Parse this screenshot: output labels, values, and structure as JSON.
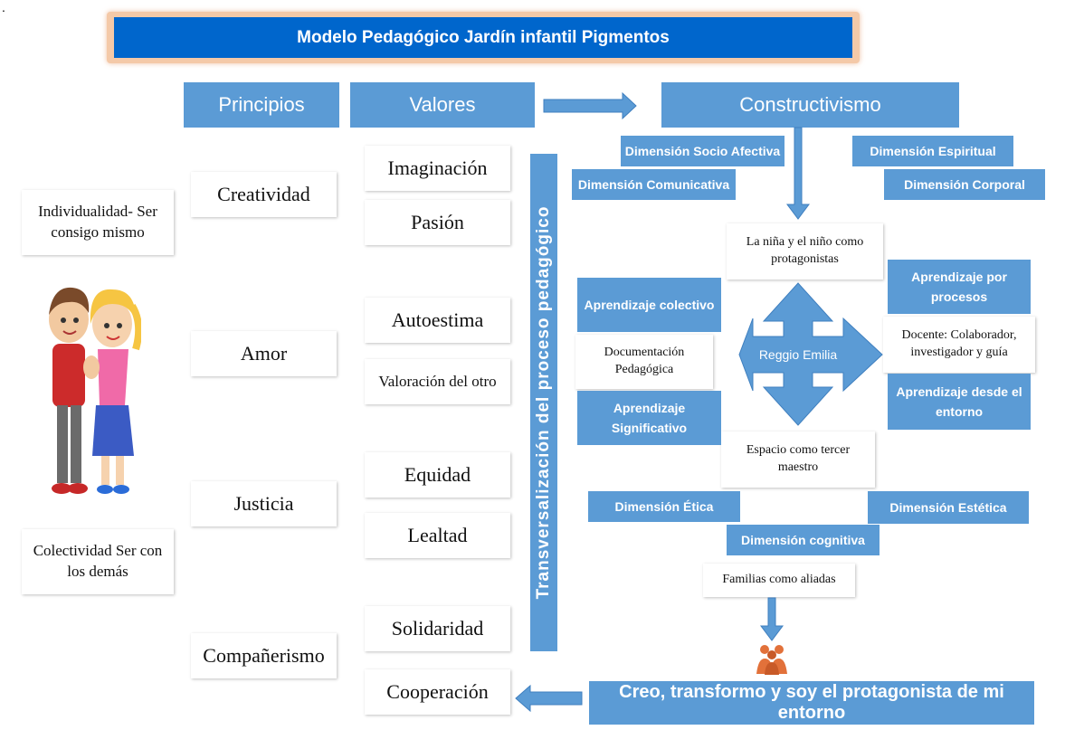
{
  "title": "Modelo Pedagógico Jardín infantil Pigmentos",
  "stray_mark": ".",
  "headers": {
    "principios": "Principios",
    "valores": "Valores",
    "constructivismo": "Constructivismo"
  },
  "left": {
    "individualidad": "Individualidad- Ser consigo mismo",
    "colectividad": "Colectividad  Ser con los demás"
  },
  "principios": [
    "Creatividad",
    "Amor",
    "Justicia",
    "Compañerismo"
  ],
  "valores": [
    "Imaginación",
    "Pasión",
    "Autoestima",
    "Valoración del otro",
    "Equidad",
    "Lealtad",
    "Solidaridad",
    "Cooperación"
  ],
  "transversal": "Transversalización del proceso pedagógico",
  "dimensions": {
    "socio_afectiva": "Dimensión Socio Afectiva",
    "espiritual": "Dimensión Espiritual",
    "comunicativa": "Dimensión Comunicativa",
    "corporal": "Dimensión Corporal",
    "etica": "Dimensión Ética",
    "estetica": "Dimensión Estética",
    "cognitiva": "Dimensión cognitiva"
  },
  "center": {
    "protagonistas": "La niña y el niño como protagonistas",
    "reggio": "Reggio Emilia",
    "espacio": "Espacio como tercer maestro",
    "familias": "Familias como aliadas"
  },
  "aprendizaje": {
    "colectivo": "Aprendizaje colectivo",
    "significativo": "Aprendizaje Significativo",
    "procesos": "Aprendizaje por procesos",
    "entorno": "Aprendizaje desde el entorno"
  },
  "documentacion": "Documentación Pedagógica",
  "docente": "Docente: Colaborador, investigador y guía",
  "footer": "Creo, transformo y soy el protagonista de mi entorno",
  "colors": {
    "box_blue": "#5b9bd5",
    "title_blue": "#0066cc",
    "title_border": "#f4c9a8",
    "people_icon": "#e2713a"
  },
  "icons": {
    "people": "people-group-icon",
    "kids": "children-holding-hands-illustration"
  }
}
